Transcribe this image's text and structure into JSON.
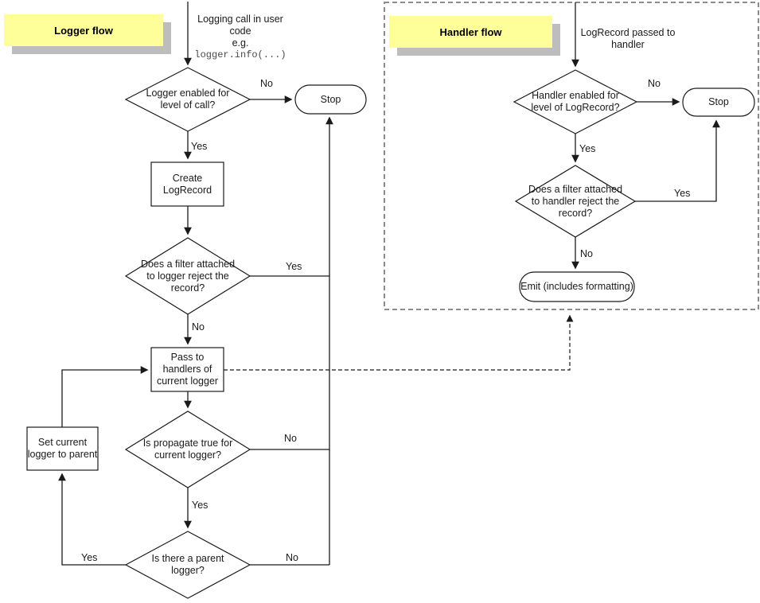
{
  "logger_flow": {
    "title": "Logger flow",
    "start": {
      "lines": [
        "Logging call in user",
        "code",
        "e.g."
      ],
      "code": "logger.info(...)"
    },
    "decision_enabled": [
      "Logger enabled for",
      "level of call?"
    ],
    "process_create": [
      "Create",
      "LogRecord"
    ],
    "decision_filter": [
      "Does a filter attached",
      "to logger reject the",
      "record?"
    ],
    "process_pass": [
      "Pass to",
      "handlers of",
      "current logger"
    ],
    "decision_propagate": [
      "Is propagate true for",
      "current logger?"
    ],
    "decision_parent": [
      "Is there a parent",
      "logger?"
    ],
    "process_set_parent": [
      "Set current",
      "logger to parent"
    ],
    "stop": "Stop"
  },
  "handler_flow": {
    "title": "Handler flow",
    "start": [
      "LogRecord passed to",
      "handler"
    ],
    "decision_enabled": [
      "Handler enabled for",
      "level of LogRecord?"
    ],
    "decision_filter": [
      "Does a filter attached",
      "to handler reject the",
      "record?"
    ],
    "emit": "Emit (includes formatting)",
    "stop": "Stop"
  },
  "labels": {
    "yes": "Yes",
    "no": "No"
  },
  "colors": {
    "note_fill": "#FFFF99",
    "note_shadow": "#BDBDBD",
    "line": "#1A1A1A",
    "handler_box_border": "#8C8C8C",
    "background": "#FFFFFF"
  }
}
